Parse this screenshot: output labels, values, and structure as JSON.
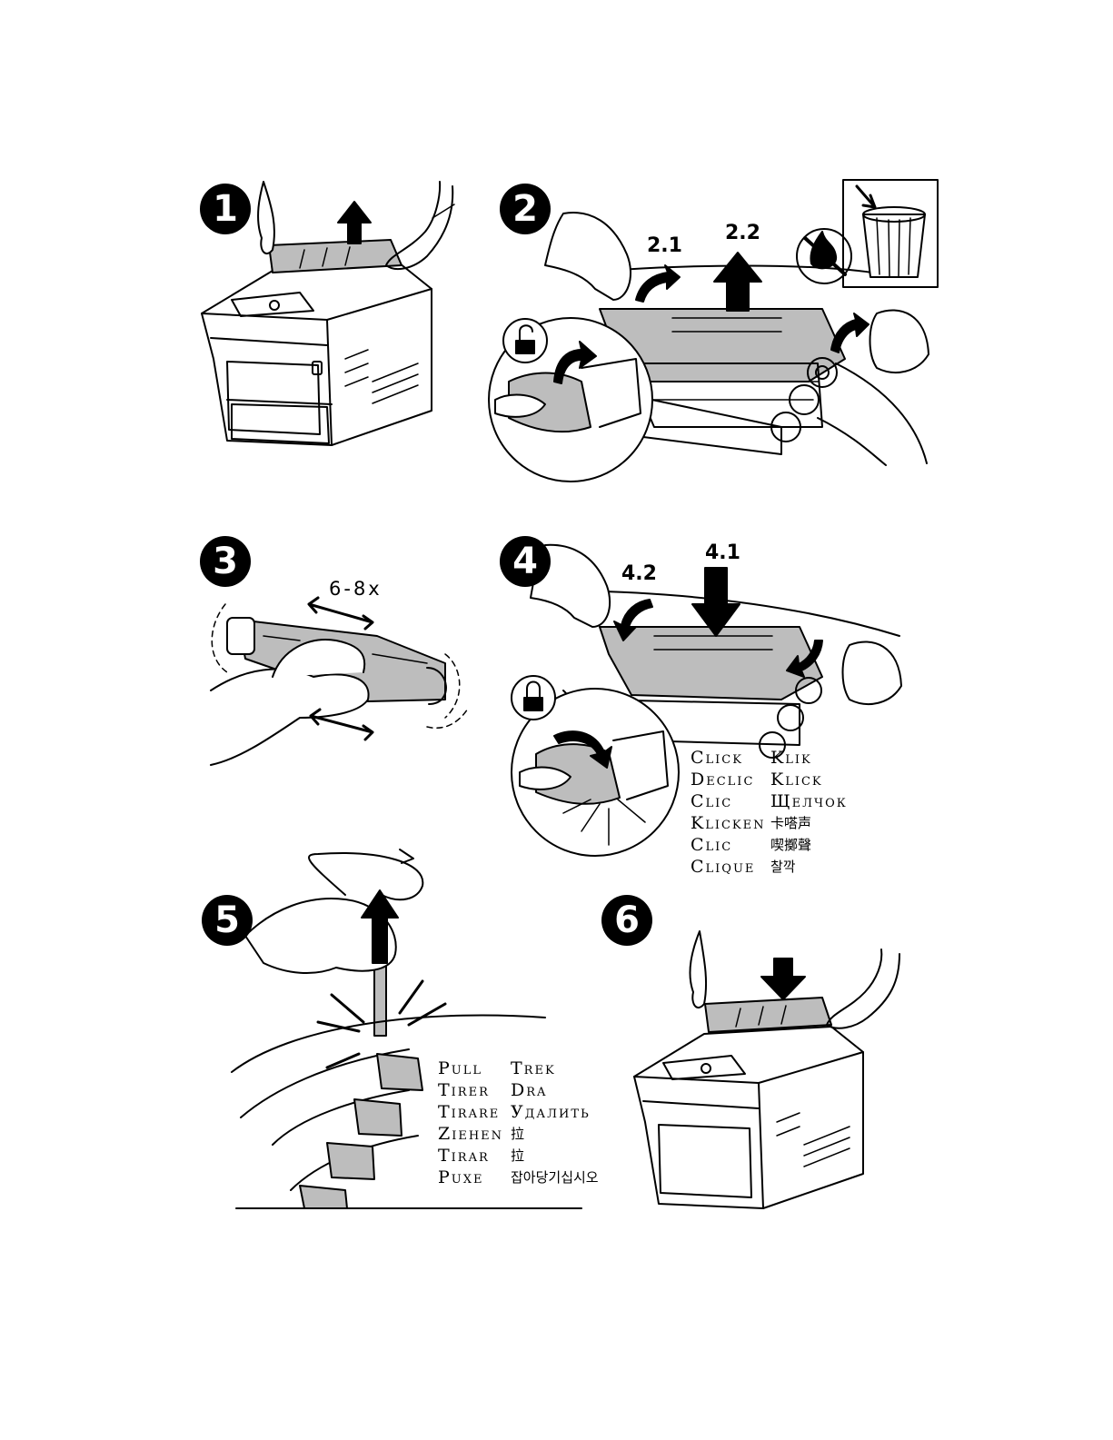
{
  "steps": [
    {
      "number": "1"
    },
    {
      "number": "2",
      "sub_labels": [
        "2.1",
        "2.2"
      ]
    },
    {
      "number": "3",
      "shake_count": "6-8x"
    },
    {
      "number": "4",
      "sub_labels": [
        "4.1",
        "4.2"
      ]
    },
    {
      "number": "5"
    },
    {
      "number": "6"
    }
  ],
  "click_words": [
    [
      "Click",
      "Klik"
    ],
    [
      "Declic",
      "Klick"
    ],
    [
      "Clic",
      "Щелчок"
    ],
    [
      "Klicken",
      "卡嗒声"
    ],
    [
      "Clic",
      "喫擲聲"
    ],
    [
      "Clique",
      "찰깍"
    ]
  ],
  "pull_words": [
    [
      "Pull",
      "Trek"
    ],
    [
      "Tirer",
      "Dra"
    ],
    [
      "Tirare",
      "Удалить"
    ],
    [
      "Ziehen",
      "拉"
    ],
    [
      "Tirar",
      "拉"
    ],
    [
      "Puxe",
      "잡아당기십시오"
    ]
  ],
  "icons": [
    "printer-cover-icon",
    "hand-icon",
    "arrow-up-icon",
    "arrow-down-icon",
    "unlock-icon",
    "lock-icon",
    "no-fire-icon",
    "trash-can-icon",
    "toner-cartridge-icon",
    "seal-tape-icon"
  ]
}
